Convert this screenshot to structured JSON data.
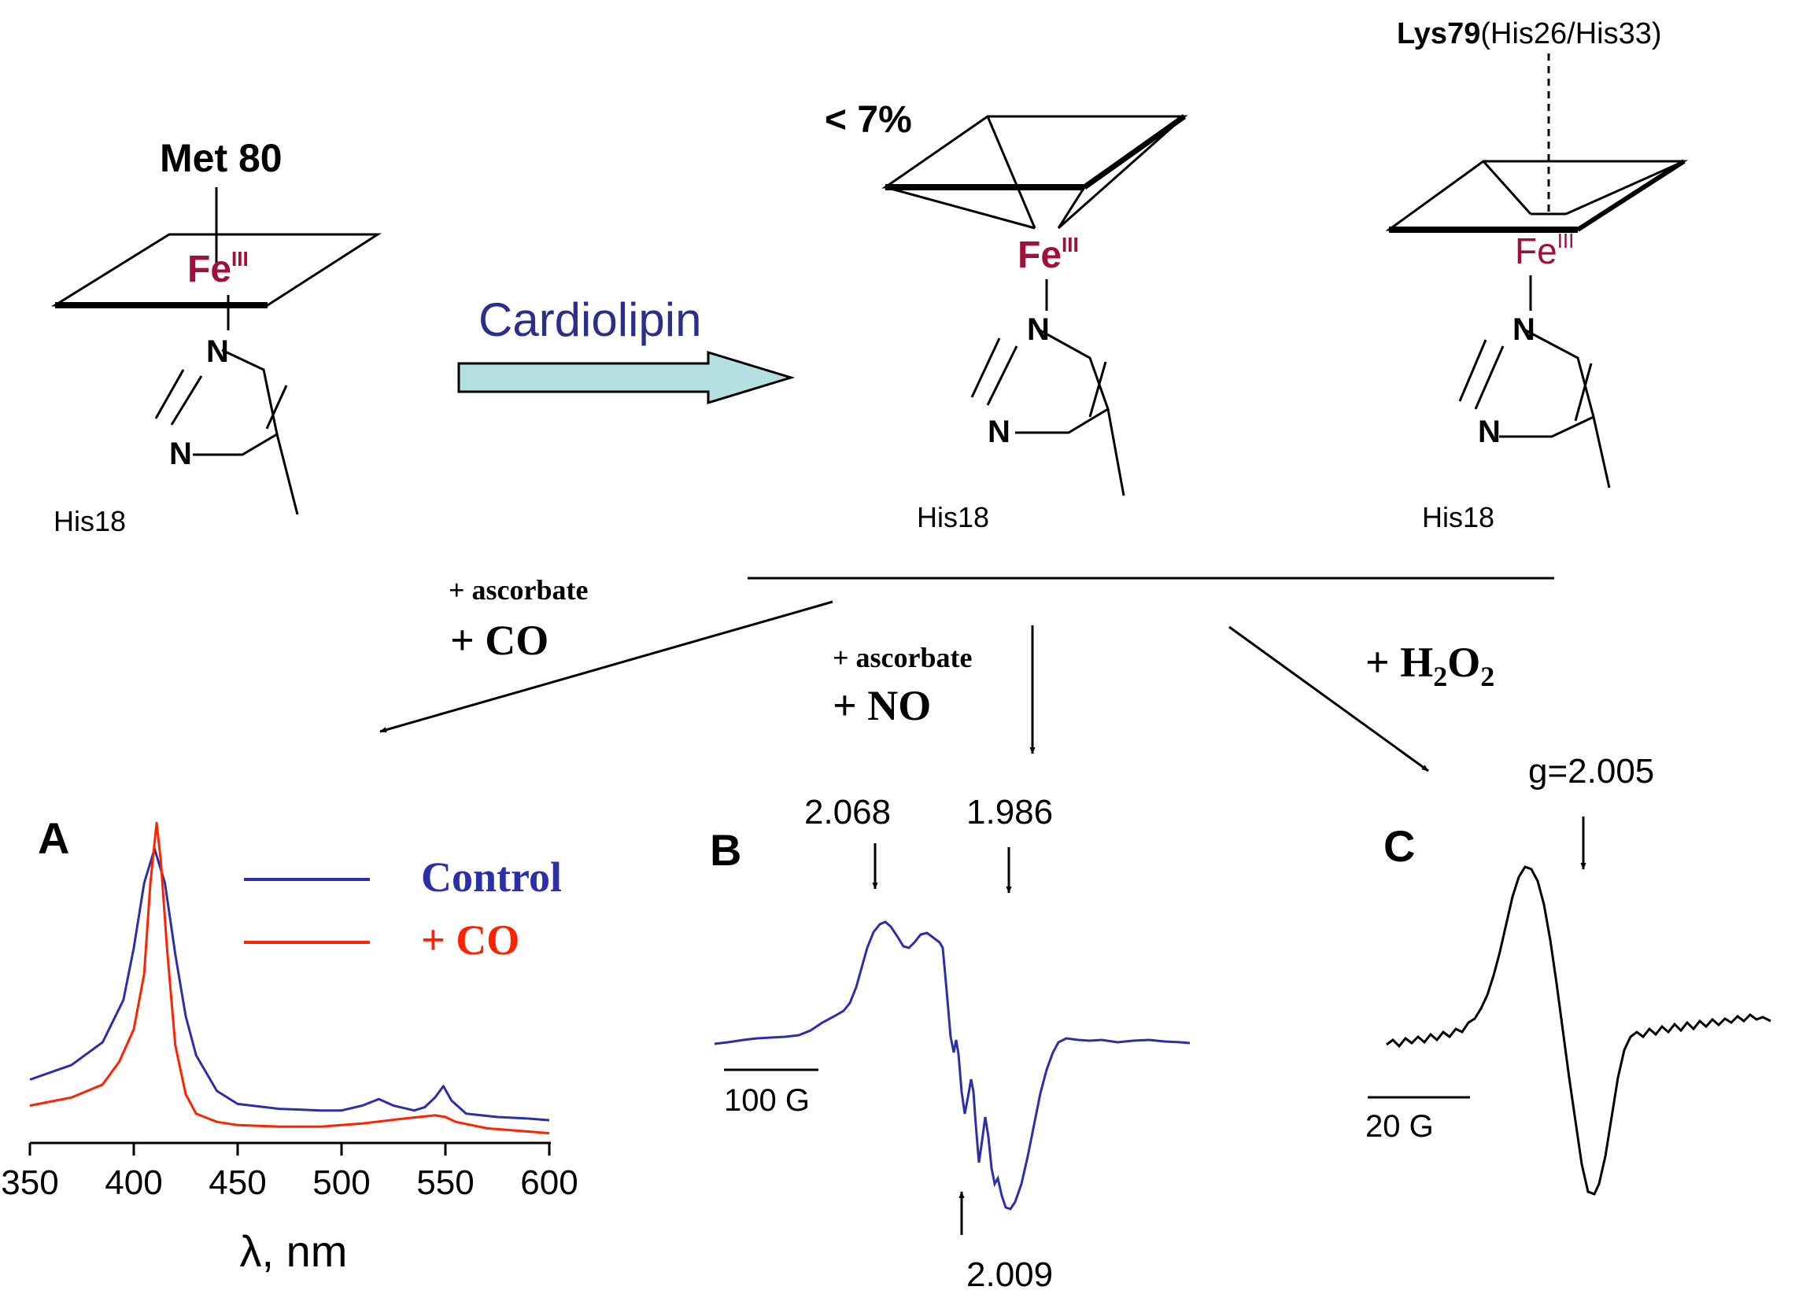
{
  "structures": {
    "native": {
      "axial_label": "Met 80",
      "fe": "Fe",
      "fe_ox": "III",
      "n_top": "N",
      "n_bottom": "N",
      "his_label": "His18"
    },
    "partial": {
      "percent_label": "< 7%",
      "fe": "Fe",
      "fe_ox": "III",
      "n_top": "N",
      "n_bottom": "N",
      "his_label": "His18"
    },
    "lys": {
      "lys_label": "Lys79",
      "lys_paren": "(His26/His33)",
      "fe": "Fe",
      "fe_ox": "III",
      "n_top": "N",
      "n_bottom": "N",
      "his_label": "His18"
    }
  },
  "reaction": {
    "reagent": "Cardiolipin"
  },
  "branches": {
    "co": {
      "line1": "+ ascorbate",
      "line2": "+ CO"
    },
    "no": {
      "line1": "+ ascorbate",
      "line2": "+ NO"
    },
    "h2o2": {
      "prefix": "+ H",
      "sub1": "2",
      "mid": "O",
      "sub2": "2"
    }
  },
  "panels": {
    "A": {
      "letter": "A"
    },
    "B": {
      "letter": "B",
      "g1": "2.068",
      "g2": "1.986",
      "g3": "2.009",
      "scale": "100 G"
    },
    "C": {
      "letter": "C",
      "g": "g=2.005",
      "scale": "20 G"
    }
  },
  "colors": {
    "fe": "#a0103a",
    "blue": "#2b2fa8",
    "red": "#ff2200",
    "reagent": "#2b2f8c",
    "arrow_fill": "#b4e0e0"
  },
  "chart_data": {
    "type": "line",
    "xlabel": "λ, nm",
    "xlim": [
      350,
      600
    ],
    "ylim": [
      0,
      1
    ],
    "xticks": [
      "350",
      "400",
      "450",
      "500",
      "550",
      "600"
    ],
    "series": [
      {
        "name": "Control",
        "color": "#2b2fa8",
        "x": [
          350,
          370,
          385,
          395,
          400,
          405,
          410,
          415,
          420,
          425,
          430,
          440,
          450,
          470,
          490,
          500,
          510,
          518,
          525,
          535,
          540,
          545,
          549,
          553,
          560,
          575,
          590,
          600
        ],
        "y": [
          0.195,
          0.24,
          0.31,
          0.44,
          0.6,
          0.8,
          0.905,
          0.8,
          0.58,
          0.39,
          0.27,
          0.16,
          0.12,
          0.105,
          0.1,
          0.1,
          0.115,
          0.135,
          0.115,
          0.1,
          0.11,
          0.14,
          0.175,
          0.13,
          0.09,
          0.08,
          0.075,
          0.07
        ]
      },
      {
        "name": "+ CO",
        "color": "#ff2200",
        "x": [
          350,
          370,
          385,
          393,
          400,
          405,
          408,
          411,
          413,
          416,
          420,
          425,
          430,
          440,
          450,
          470,
          490,
          510,
          530,
          545,
          550,
          555,
          570,
          590,
          600
        ],
        "y": [
          0.115,
          0.14,
          0.18,
          0.25,
          0.35,
          0.52,
          0.8,
          0.985,
          0.87,
          0.6,
          0.3,
          0.15,
          0.09,
          0.065,
          0.055,
          0.05,
          0.05,
          0.06,
          0.075,
          0.085,
          0.08,
          0.065,
          0.045,
          0.035,
          0.03
        ]
      }
    ]
  }
}
